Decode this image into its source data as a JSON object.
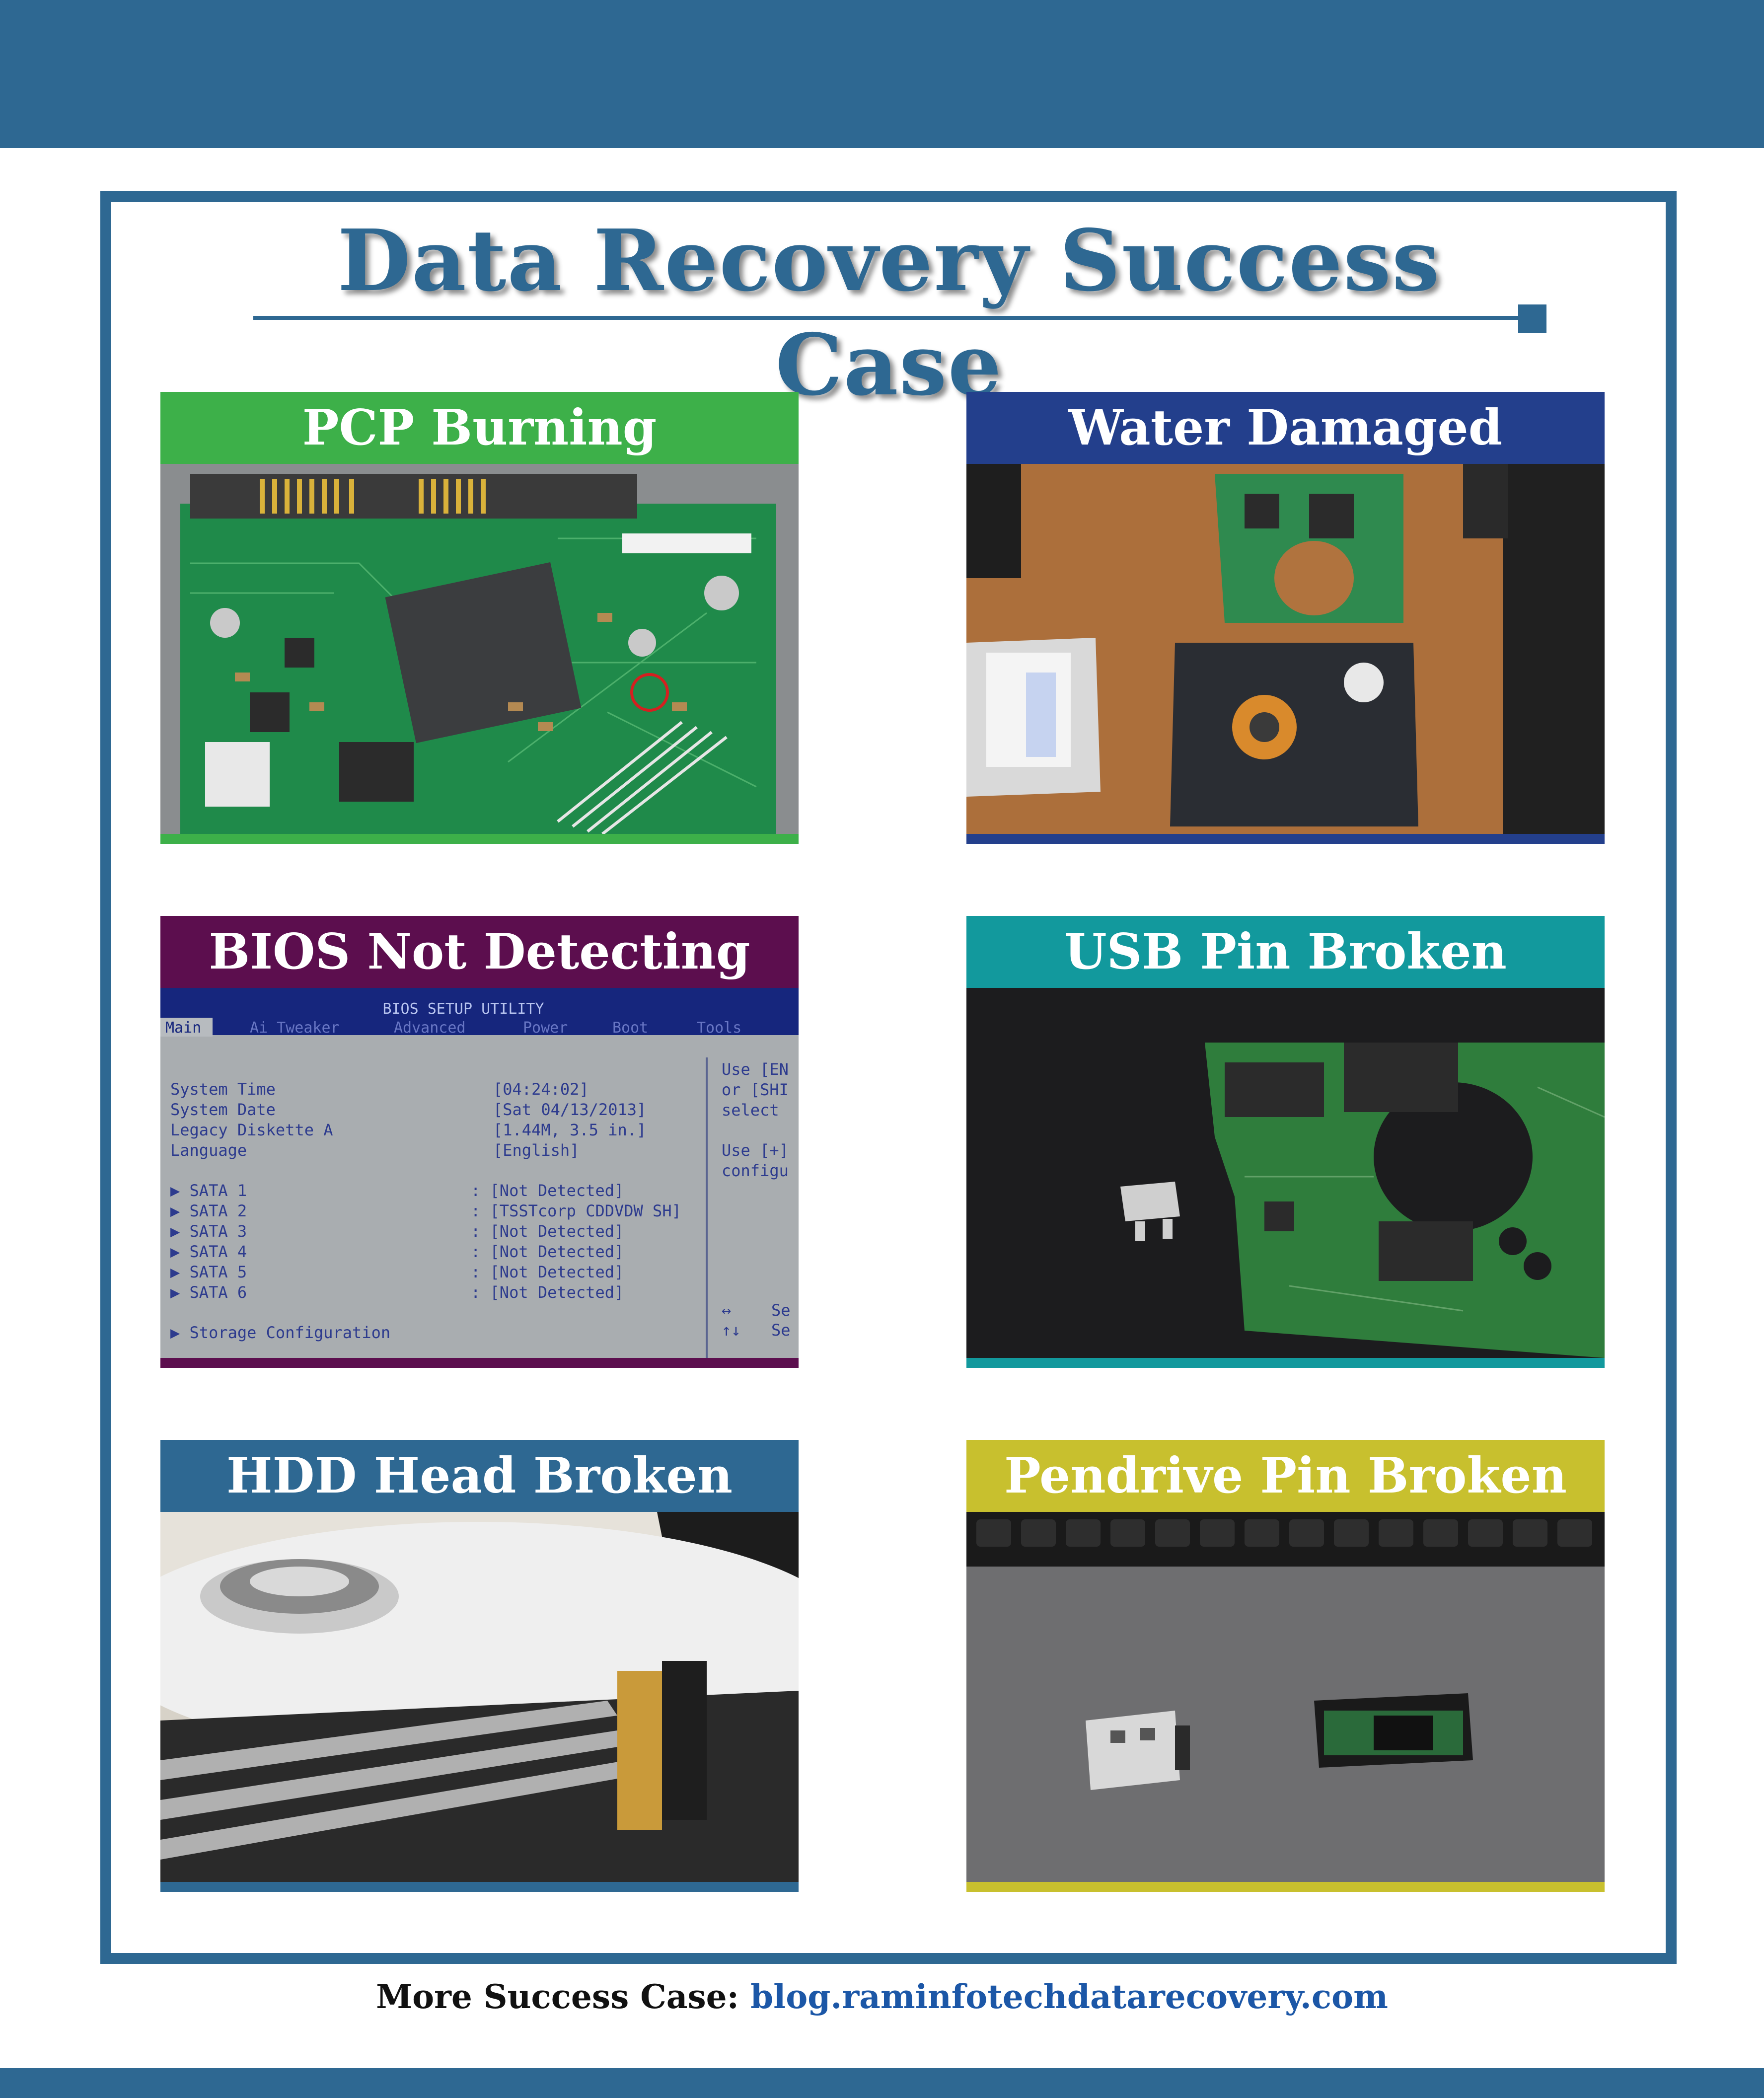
{
  "page": {
    "title": "Data Recovery Success Case",
    "colors": {
      "brand": "#2e6892",
      "frame": "#2e6892",
      "link": "#1c57a7"
    }
  },
  "cards": [
    {
      "label": "PCP Burning",
      "color": "#3db049",
      "photo": "green hard-drive circuit board (PCB)"
    },
    {
      "label": "Water Damaged",
      "color": "#233f8c",
      "photo": "water-damaged hard drives on a wooden desk"
    },
    {
      "label": "BIOS Not Detecting",
      "color": "#5c0e4e",
      "photo": "BIOS setup utility screen",
      "bios": {
        "header": "BIOS SETUP UTILITY",
        "tabs": [
          "Main",
          "Ai Tweaker",
          "Advanced",
          "Power",
          "Boot",
          "Tools"
        ],
        "rows": [
          {
            "label": "System Time",
            "value": "[04:24:02]"
          },
          {
            "label": "System Date",
            "value": "[Sat 04/13/2013]"
          },
          {
            "label": "Legacy Diskette A",
            "value": "[1.44M, 3.5 in.]"
          },
          {
            "label": "Language",
            "value": "[English]"
          }
        ],
        "sata": [
          {
            "label": "▶ SATA 1",
            "value": ": [Not Detected]"
          },
          {
            "label": "▶ SATA 2",
            "value": ": [TSSTcorp CDDVDW SH]"
          },
          {
            "label": "▶ SATA 3",
            "value": ": [Not Detected]"
          },
          {
            "label": "▶ SATA 4",
            "value": ": [Not Detected]"
          },
          {
            "label": "▶ SATA 5",
            "value": ": [Not Detected]"
          },
          {
            "label": "▶ SATA 6",
            "value": ": [Not Detected]"
          }
        ],
        "storage": "▶ Storage Configuration",
        "help": [
          "Use [EN",
          "or [SHI",
          "select",
          "Use [+]",
          "configu"
        ],
        "nav": [
          "↔",
          "↑↓",
          "Se",
          "Se"
        ]
      }
    },
    {
      "label": "USB Pin Broken",
      "color": "#12999d",
      "photo": "USB drive board with broken connector"
    },
    {
      "label": "HDD Head Broken",
      "color": "#2e6892",
      "photo": "open hard drive platters and heads"
    },
    {
      "label": "Pendrive Pin Broken",
      "color": "#c8c02e",
      "photo": "pendrive with broken USB pin"
    }
  ],
  "footer": {
    "label": "More Success Case:",
    "url": "blog.raminfotechdatarecovery.com"
  }
}
